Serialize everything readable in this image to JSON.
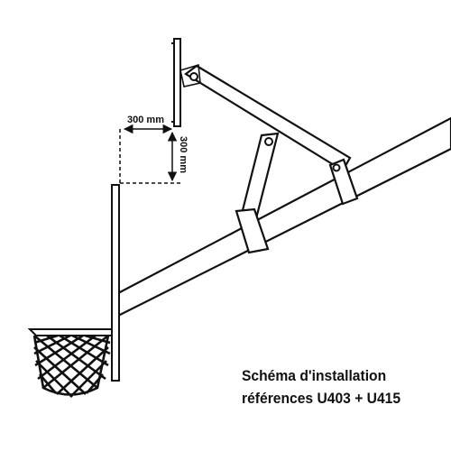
{
  "diagram": {
    "labels": {
      "horizontal_offset": "300 mm",
      "vertical_offset": "300 mm"
    },
    "caption": {
      "line1": "Schéma d'installation",
      "line2": "références U403 + U415"
    },
    "colors": {
      "ink": "#111111",
      "background": "#ffffff"
    }
  }
}
